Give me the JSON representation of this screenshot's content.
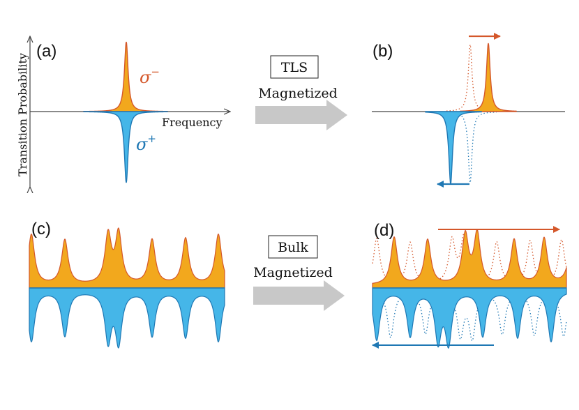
{
  "panels": {
    "a": {
      "label": "(a)"
    },
    "b": {
      "label": "(b)"
    },
    "c": {
      "label": "(c)"
    },
    "d": {
      "label": "(d)"
    }
  },
  "axes": {
    "ylabel": "Transition Probability",
    "xlabel": "Frequency"
  },
  "annotations": {
    "sigma_minus_base": "σ",
    "sigma_minus_sup": "−",
    "sigma_plus_base": "σ",
    "sigma_plus_sup": "+"
  },
  "arrows_mid": {
    "top": {
      "box_label": "TLS",
      "text": "Magnetized"
    },
    "bottom": {
      "box_label": "Bulk",
      "text": "Magnetized"
    }
  },
  "colors": {
    "orange_fill": "#f2a81d",
    "orange_line": "#d4572a",
    "blue_fill": "#45b6e8",
    "blue_line": "#1f78b4",
    "gray_arrow": "#c8c8c8",
    "axis": "#444444"
  }
}
